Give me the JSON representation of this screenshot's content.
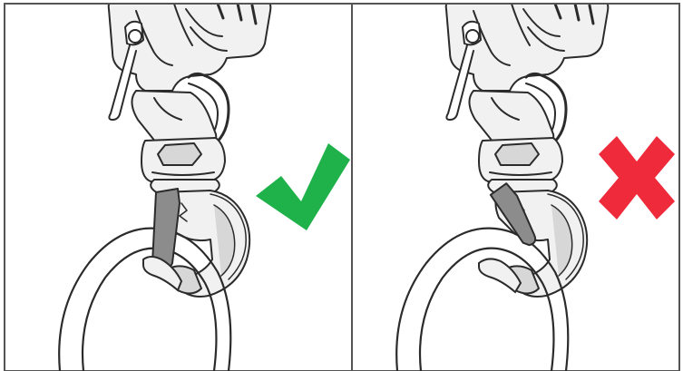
{
  "panels": [
    {
      "id": "correct",
      "indicator": "checkmark-icon",
      "indicator_color": "#1fb24a",
      "gate_state": "closed"
    },
    {
      "id": "incorrect",
      "indicator": "cross-icon",
      "indicator_color": "#ee2a3b",
      "gate_state": "open"
    }
  ],
  "colors": {
    "line": "#2b2b2b",
    "fill_light": "#f1f1f1",
    "fill_mid": "#d7d7d7",
    "gate_fill": "#8c8c8c",
    "frame": "#555555"
  }
}
